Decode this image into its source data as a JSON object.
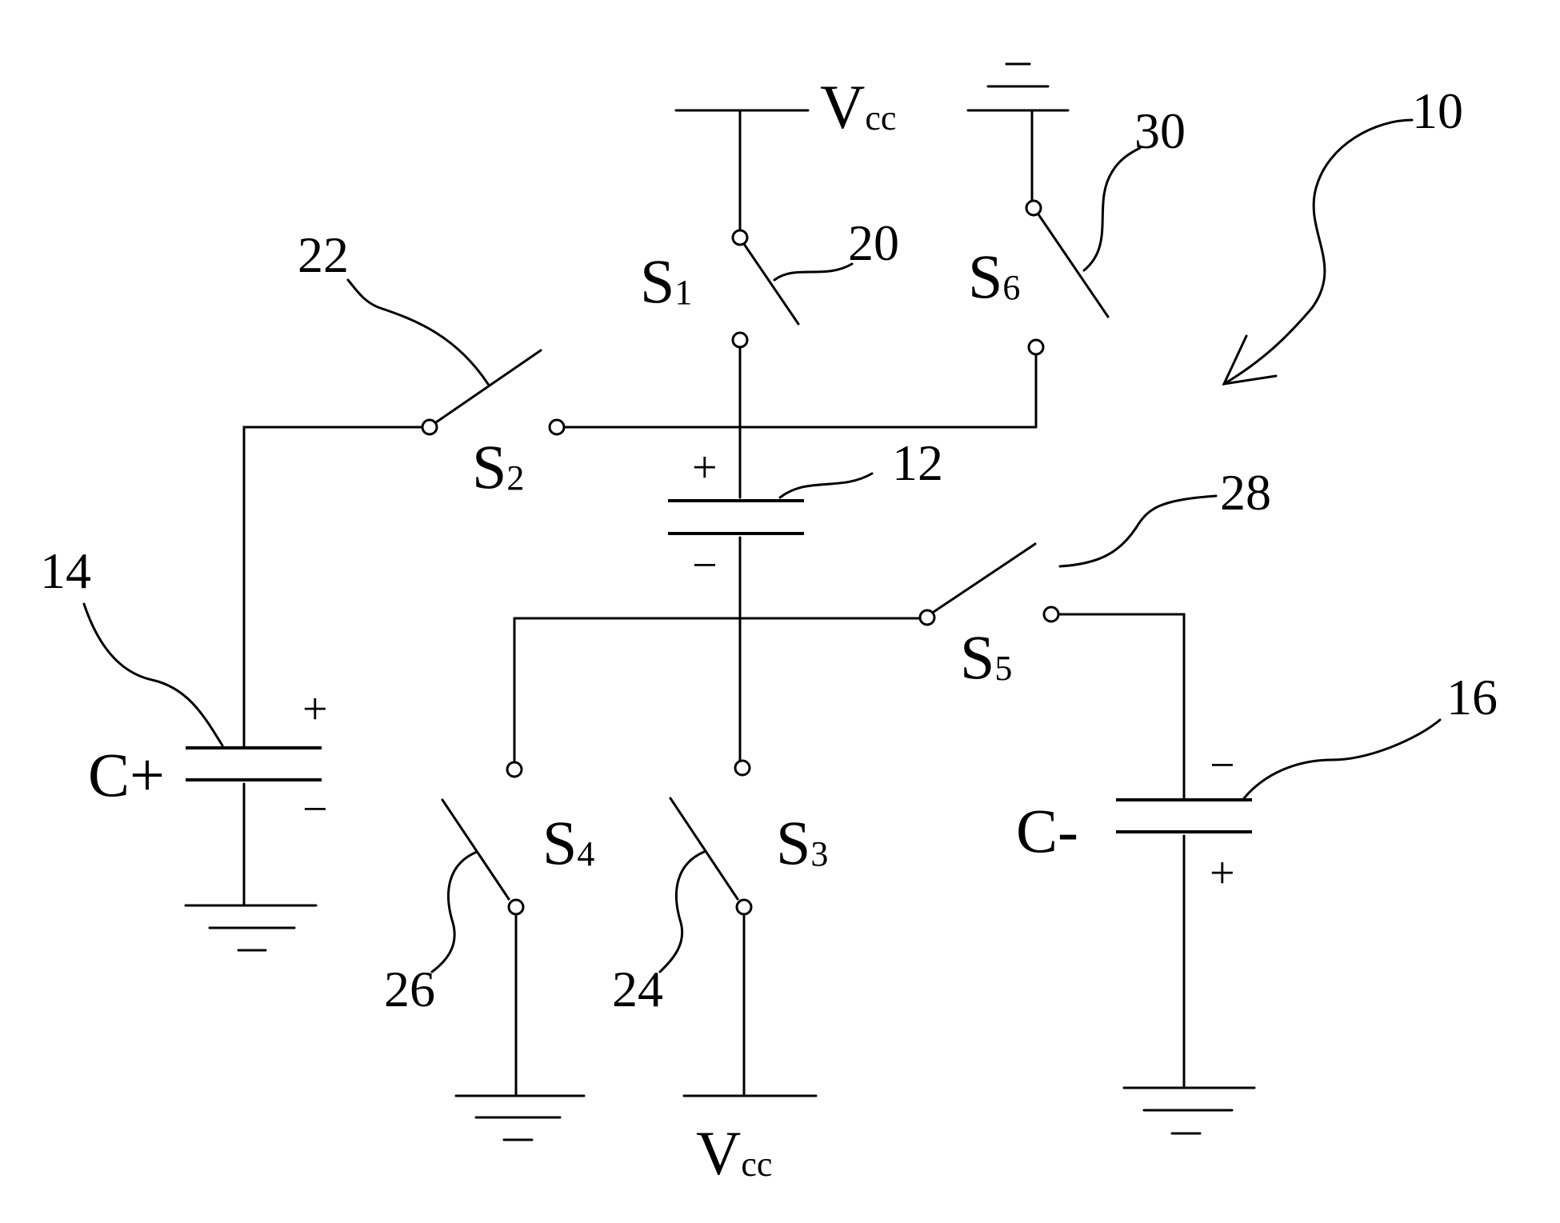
{
  "supply_top": {
    "main": "V",
    "sub": "cc"
  },
  "supply_bottom": {
    "main": "V",
    "sub": "cc"
  },
  "ref_circuit": "10",
  "switches": {
    "s1": {
      "main": "S",
      "sub": "1",
      "ref": "20"
    },
    "s2": {
      "main": "S",
      "sub": "2",
      "ref": "22"
    },
    "s3": {
      "main": "S",
      "sub": "3",
      "ref": "24"
    },
    "s4": {
      "main": "S",
      "sub": "4",
      "ref": "26"
    },
    "s5": {
      "main": "S",
      "sub": "5",
      "ref": "28"
    },
    "s6": {
      "main": "S",
      "sub": "6",
      "ref": "30"
    }
  },
  "flying_cap": {
    "ref": "12",
    "plus": "+",
    "minus": "−"
  },
  "cap_pos": {
    "label": "C+",
    "ref": "14",
    "plus": "+",
    "minus": "−"
  },
  "cap_neg": {
    "label": "C-",
    "ref": "16",
    "plus": "+",
    "minus": "−"
  },
  "ground_symbol": "−"
}
